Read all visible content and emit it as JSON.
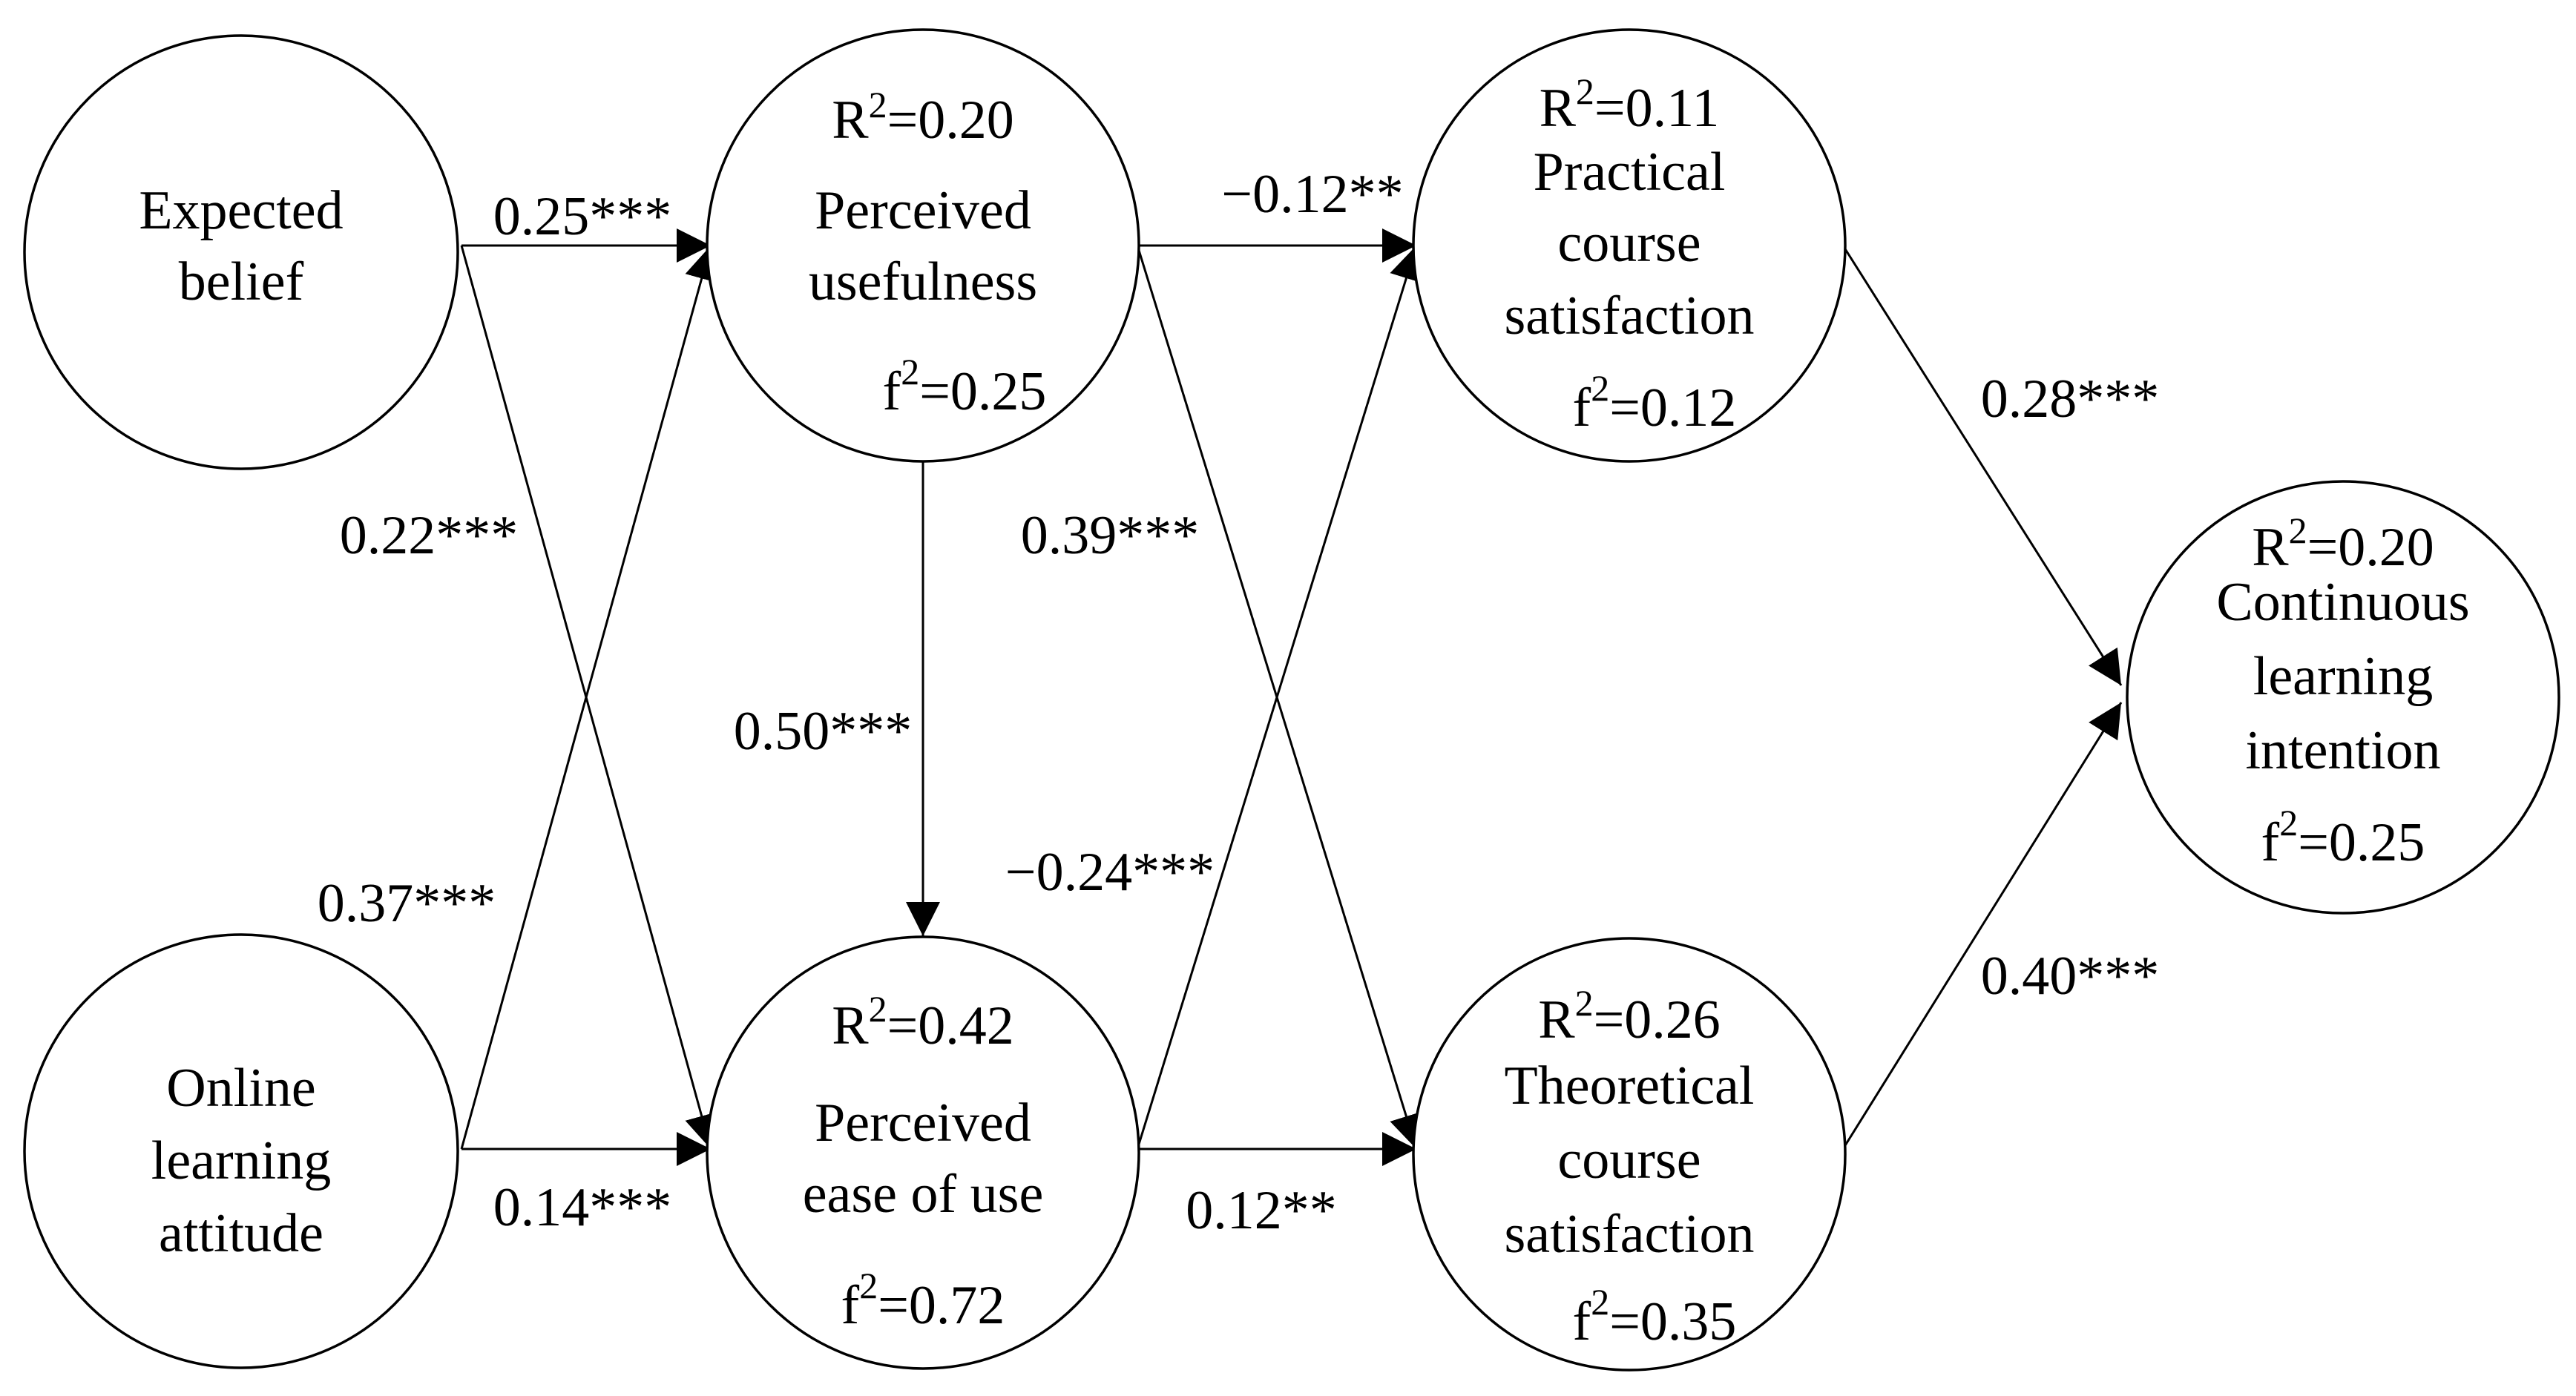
{
  "nodes": {
    "expected_belief": {
      "lines": [
        "Expected",
        "belief"
      ]
    },
    "online_learning_attitude": {
      "lines": [
        "Online",
        "learning",
        "attitude"
      ]
    },
    "perceived_usefulness": {
      "lines": [
        "Perceived",
        "usefulness"
      ],
      "r2_symbol": "R",
      "r2_sup": "2",
      "r2_value": "=0.20",
      "f2_symbol": "f",
      "f2_sup": "2",
      "f2_value": "=0.25"
    },
    "perceived_ease_of_use": {
      "lines": [
        "Perceived",
        "ease of use"
      ],
      "r2_symbol": "R",
      "r2_sup": "2",
      "r2_value": "=0.42",
      "f2_symbol": "f",
      "f2_sup": "2",
      "f2_value": "=0.72"
    },
    "practical_course_satisfaction": {
      "lines": [
        "Practical",
        "course",
        "satisfaction"
      ],
      "r2_symbol": "R",
      "r2_sup": "2",
      "r2_value": "=0.11",
      "f2_symbol": "f",
      "f2_sup": "2",
      "f2_value": "=0.12"
    },
    "theoretical_course_satisfaction": {
      "lines": [
        "Theoretical",
        "course",
        "satisfaction"
      ],
      "r2_symbol": "R",
      "r2_sup": "2",
      "r2_value": "=0.26",
      "f2_symbol": "f",
      "f2_sup": "2",
      "f2_value": "=0.35"
    },
    "continuous_learning_intention": {
      "lines": [
        "Continuous",
        "learning",
        "intention"
      ],
      "r2_symbol": "R",
      "r2_sup": "2",
      "r2_value": "=0.20",
      "f2_symbol": "f",
      "f2_sup": "2",
      "f2_value": "=0.25"
    }
  },
  "paths": [
    {
      "from": "Expected belief",
      "to": "Perceived usefulness",
      "coefficient": "0.25***"
    },
    {
      "from": "Expected belief",
      "to": "Perceived ease of use",
      "coefficient": "0.22***"
    },
    {
      "from": "Online learning attitude",
      "to": "Perceived usefulness",
      "coefficient": "0.37***"
    },
    {
      "from": "Online learning attitude",
      "to": "Perceived ease of use",
      "coefficient": "0.14***"
    },
    {
      "from": "Perceived usefulness",
      "to": "Perceived ease of use",
      "coefficient": "0.50***"
    },
    {
      "from": "Perceived usefulness",
      "to": "Practical course satisfaction",
      "coefficient": "−0.12**"
    },
    {
      "from": "Perceived usefulness",
      "to": "Theoretical course satisfaction",
      "coefficient": "0.39***"
    },
    {
      "from": "Perceived ease of use",
      "to": "Practical course satisfaction",
      "coefficient": "−0.24***"
    },
    {
      "from": "Perceived ease of use",
      "to": "Theoretical course satisfaction",
      "coefficient": "0.12**"
    },
    {
      "from": "Practical course satisfaction",
      "to": "Continuous learning intention",
      "coefficient": "0.28***"
    },
    {
      "from": "Theoretical course satisfaction",
      "to": "Continuous learning intention",
      "coefficient": "0.40***"
    }
  ]
}
